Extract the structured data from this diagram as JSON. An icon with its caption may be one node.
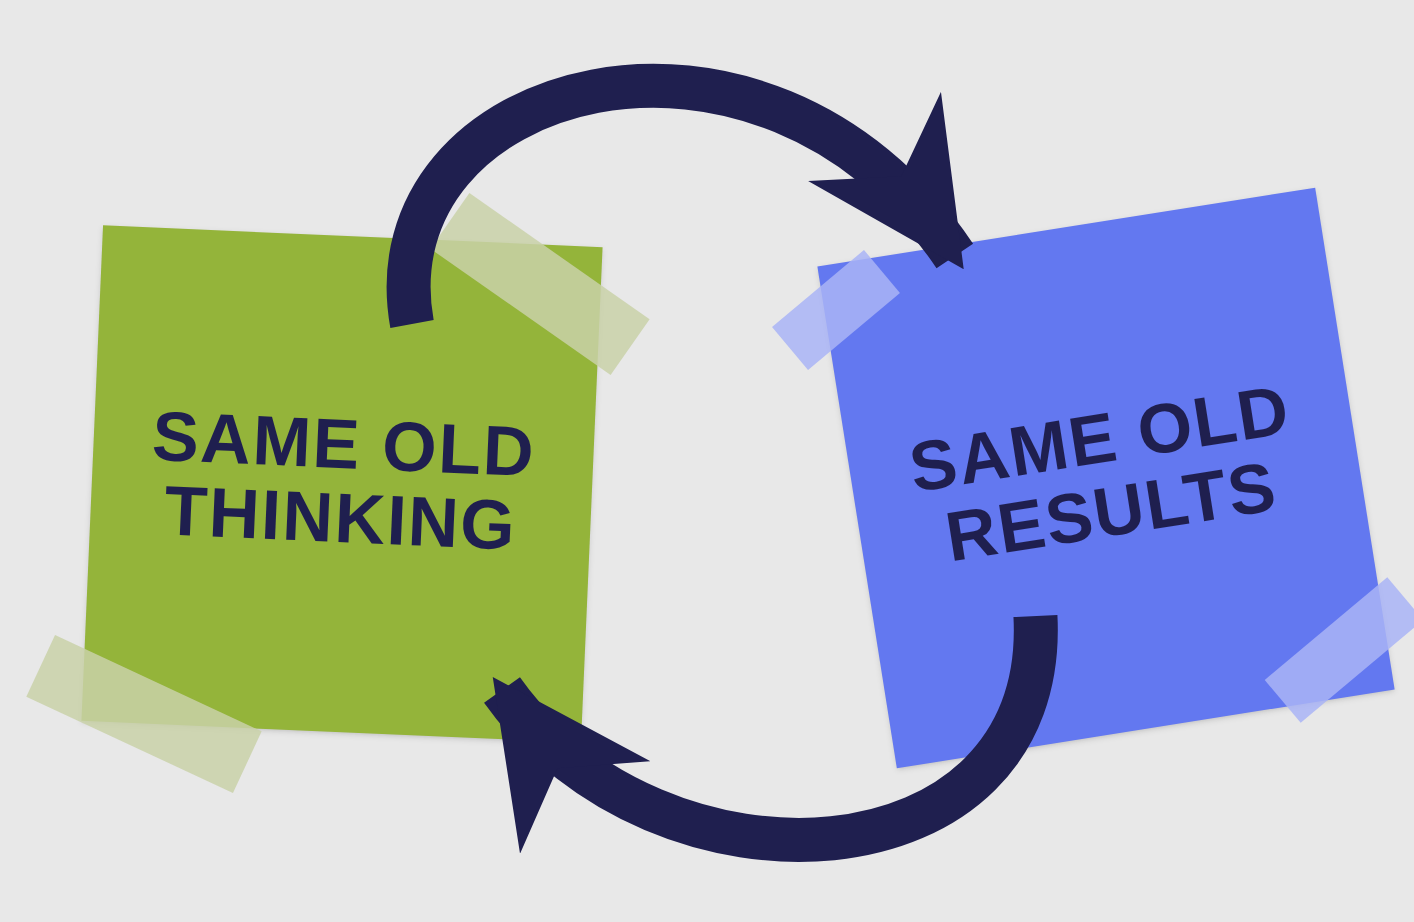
{
  "diagram": {
    "nodes": [
      {
        "text": [
          "SAME OLD THINKING"
        ]
      },
      {
        "text": [
          "SAME OLD RESULTS"
        ]
      },
      {
        "text": [],
        "shape": "tape"
      },
      {
        "text": [],
        "shape": "tape"
      },
      {
        "text": [],
        "shape": "tape"
      },
      {
        "text": [],
        "shape": "tape"
      }
    ],
    "edges": [
      {
        "from": 0,
        "to": 1,
        "arrow": "to"
      },
      {
        "from": 1,
        "to": 0,
        "arrow": "to"
      }
    ]
  }
}
